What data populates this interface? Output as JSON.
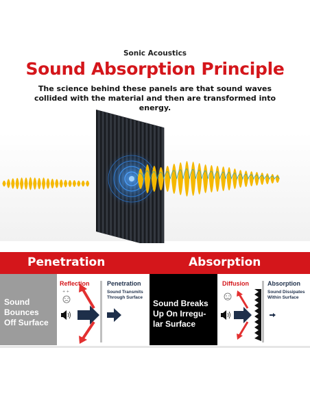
{
  "header": {
    "brand": "Sonic Acoustics",
    "title": "Sound Absorption Principle",
    "subtitle": "The science behind these panels are that sound waves collided with the material and then are transformed into energy."
  },
  "sections": {
    "penetration_title": "Penetration",
    "absorption_title": "Absorption"
  },
  "panels": {
    "bounce_text": [
      "Sound",
      "Bounces",
      "Off Surface"
    ],
    "reflection_label": "Reflection",
    "penetration_label": "Penetration",
    "penetration_desc": [
      "Sound Transmits",
      "Through Surface"
    ],
    "breaks_text": [
      "Sound Breaks",
      "Up On Irregu-",
      "lar Surface"
    ],
    "diffusion_label": "Diffusion",
    "absorption_label": "Absorption",
    "absorption_desc": [
      "Sound Dissipates",
      "Within Surface"
    ]
  },
  "colors": {
    "red": "#d4161b",
    "wave": "#f5b800",
    "navy": "#1e2f4a",
    "gray": "#9c9c9c",
    "panel": "#2b2f36"
  },
  "icons": [
    "speaker-icon",
    "sad-face-icon",
    "neutral-face-icon",
    "arrow-right-icon"
  ]
}
